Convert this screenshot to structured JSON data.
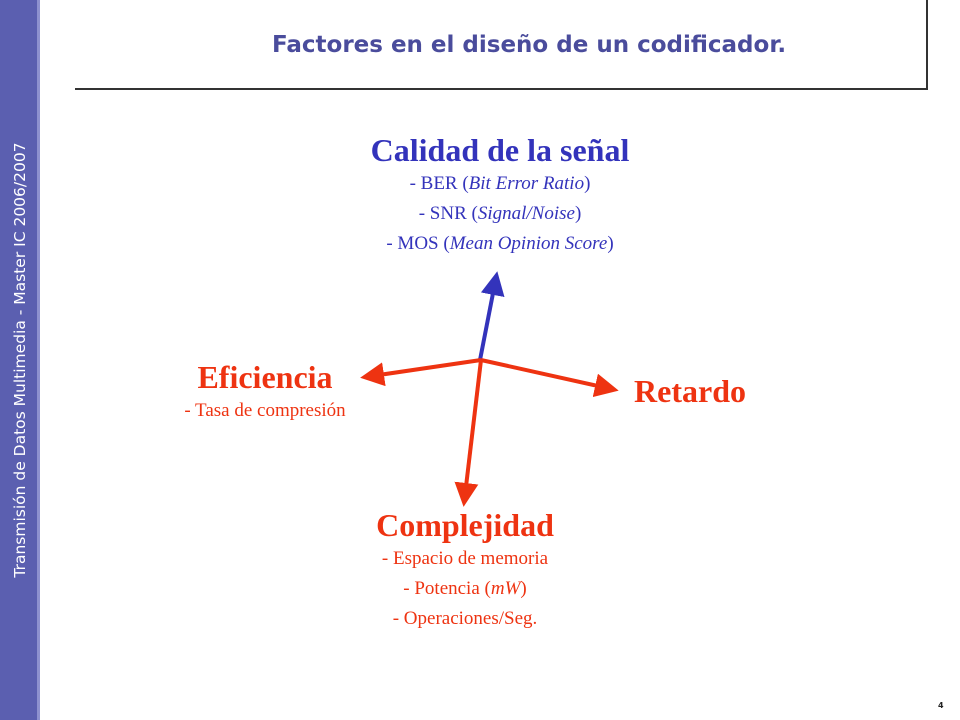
{
  "sidebar": {
    "text": "Transmisión de Datos Multimedia - Master IC 2006/2007"
  },
  "slide": {
    "title": "Factores en el diseño de un codificador.",
    "page_number": "4"
  },
  "diagram": {
    "calidad": {
      "heading": "Calidad de la señal",
      "items": [
        "- BER (Bit Error Ratio)",
        "- SNR (Signal/Noise)",
        "- MOS (Mean Opinion Score)"
      ]
    },
    "eficiencia": {
      "heading": "Eficiencia",
      "items": [
        "- Tasa de compresión"
      ]
    },
    "retardo": {
      "heading": "Retardo"
    },
    "complejidad": {
      "heading": "Complejidad",
      "items": [
        "- Espacio de memoria",
        "- Potencia (mW)",
        "- Operaciones/Seg."
      ]
    }
  },
  "colors": {
    "sidebar": "#5b5fb0",
    "title": "#4a4c9c",
    "blue_axis": "#3333bb",
    "red_axis": "#ee3311"
  }
}
